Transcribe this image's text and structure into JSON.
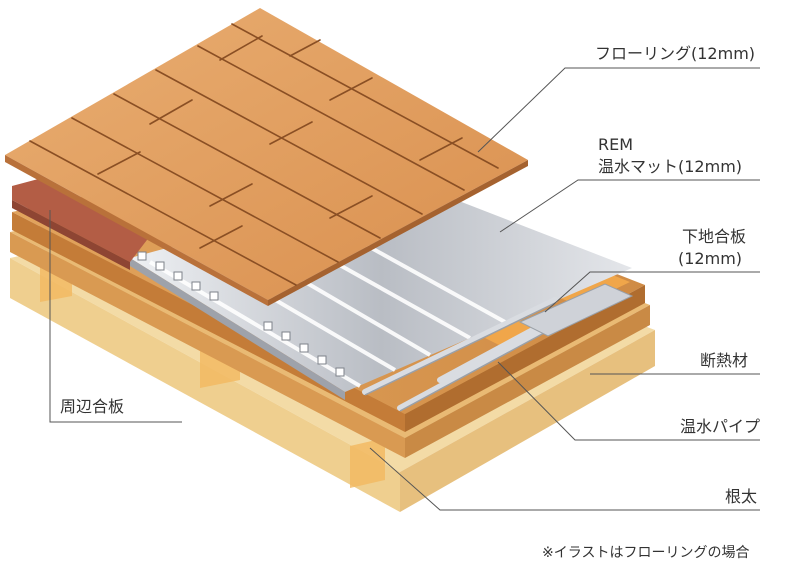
{
  "labels": {
    "flooring": "フローリング(12mm)",
    "rem_line1": "REM",
    "rem_line2": "温水マット(12mm)",
    "subfloor_line1": "下地合板",
    "subfloor_line2": "(12mm)",
    "insulation": "断熱材",
    "pipe": "温水パイプ",
    "joist": "根太",
    "perimeter": "周辺合板"
  },
  "note": "※イラストはフローリングの場合",
  "colors": {
    "wood": "#e0a063",
    "wood_edge": "#b9713a",
    "perimeter": "#b35d45",
    "mat": "#c9ccd2",
    "subfloor": "#d8954c",
    "joist": "#f3d9a2",
    "leader": "#555555"
  }
}
